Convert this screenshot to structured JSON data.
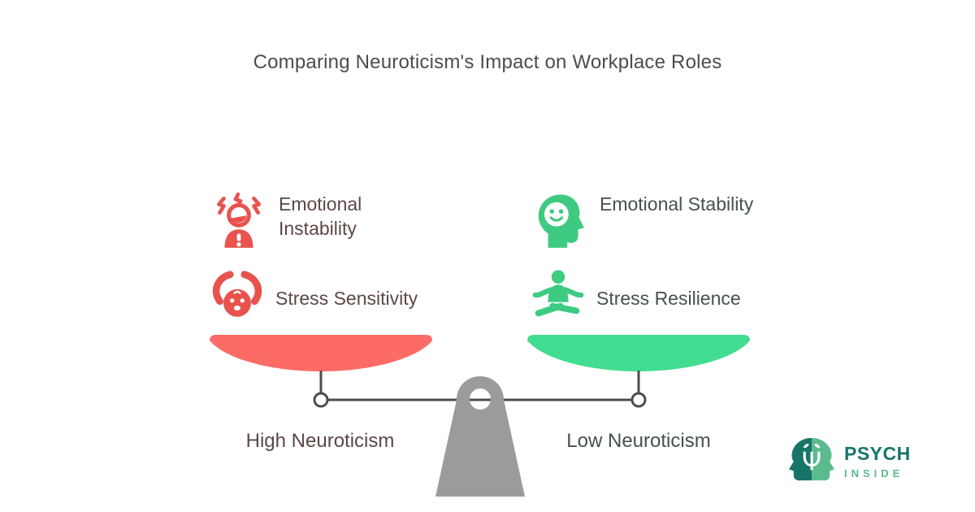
{
  "title": "Comparing Neuroticism's Impact on Workplace Roles",
  "scale": {
    "left": {
      "items": [
        {
          "icon": "stressed-person-icon",
          "label": "Emotional Instability"
        },
        {
          "icon": "overwhelmed-face-icon",
          "label": "Stress Sensitivity"
        }
      ],
      "pan_label": "High Neuroticism"
    },
    "right": {
      "items": [
        {
          "icon": "calm-head-icon",
          "label": "Emotional Stability"
        },
        {
          "icon": "meditating-person-icon",
          "label": "Stress Resilience"
        }
      ],
      "pan_label": "Low Neuroticism"
    }
  },
  "logo": {
    "brand": "PSYCH",
    "sub_brand": "INSIDE",
    "symbol": "psi-heads-icon"
  },
  "colors": {
    "title_color": "#4c4c4c",
    "icon_red": "#e8534e",
    "bowl_red": "#fc6b66",
    "icon_green": "#3ecb81",
    "bowl_green": "#42dd90",
    "text_left": "#5d4747",
    "text_right": "#44524e",
    "beam_color": "#4d4d4d",
    "fulcrum_color": "#9b9b9b",
    "brand_dark": "#177568",
    "brand_light": "#5bbb8e"
  }
}
